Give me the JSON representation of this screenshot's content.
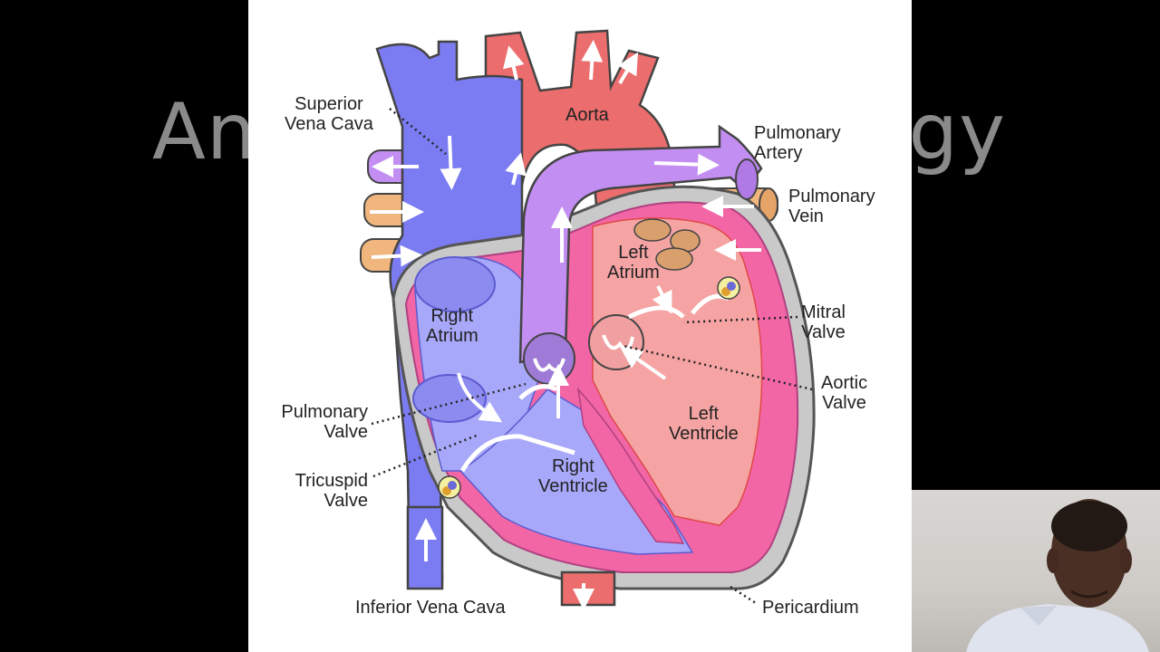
{
  "slide": {
    "title_left": "An",
    "title_right": "ogy"
  },
  "diagram": {
    "labels": {
      "superior_vena_cava": [
        "Superior",
        "Vena Cava"
      ],
      "aorta": "Aorta",
      "pulmonary_artery": [
        "Pulmonary",
        "Artery"
      ],
      "pulmonary_vein": [
        "Pulmonary",
        "Vein"
      ],
      "left_atrium": [
        "Left",
        "Atrium"
      ],
      "right_atrium": [
        "Right",
        "Atrium"
      ],
      "mitral_valve": [
        "Mitral",
        "Valve"
      ],
      "aortic_valve": [
        "Aortic",
        "Valve"
      ],
      "pulmonary_valve": [
        "Pulmonary",
        "Valve"
      ],
      "left_ventricle": [
        "Left",
        "Ventricle"
      ],
      "tricuspid_valve": [
        "Tricuspid",
        "Valve"
      ],
      "right_ventricle": [
        "Right",
        "Ventricle"
      ],
      "inferior_vena_cava": "Inferior Vena Cava",
      "pericardium": "Pericardium"
    },
    "colors": {
      "deoxygenated": "#7b7bf2",
      "oxygenated": "#ec6d6d",
      "pulmonary_artery": "#c28ef2",
      "pulmonary_vein": "#f0b67e",
      "myocardium": "#f266a6",
      "pericardium": "#9e9e9e"
    }
  },
  "webcam": {
    "description": "presenter"
  }
}
